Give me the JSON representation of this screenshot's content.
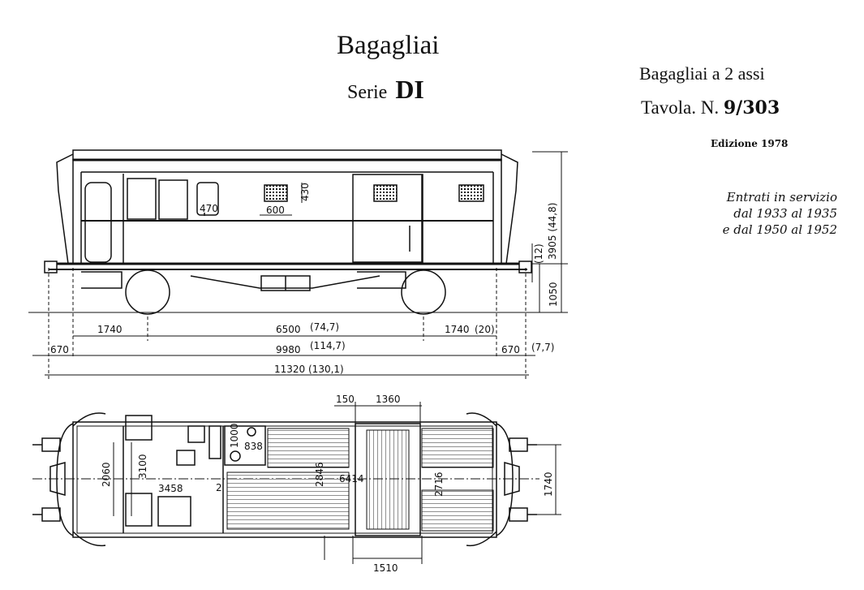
{
  "header": {
    "title": "Bagagliai",
    "serie_label": "Serie",
    "serie_code": "DI",
    "category": "Bagagliai a 2 assi",
    "tavola_label": "Tavola. N.",
    "tavola_number": "9/303",
    "edition": "Edizione 1978"
  },
  "service": {
    "line1": "Entrati in servizio",
    "line2": "dal 1933 al 1935",
    "line3": "e dal 1950 al 1952"
  },
  "dims": {
    "window_w": "470",
    "grille_w": "600",
    "grille_h": "430",
    "height_total": "3905 (44,8)",
    "buffer_h": "(12)",
    "axle_h": "1050",
    "d1740a": "1740",
    "d6500": "6500",
    "d6500b": "(74,7)",
    "d1740b": "1740",
    "d1740b_extra": "(20)",
    "d670a": "670",
    "d9980": "9980",
    "d9980b": "(114,7)",
    "d670b": "670",
    "d670b_extra": "(7,7)",
    "d11320": "11320",
    "d11320b": "(130,1)",
    "p150": "150",
    "p1360": "1360",
    "p1000": "1000",
    "p838": "838",
    "p2060": "2060",
    "p3100": "3100",
    "p3458": "3458",
    "p2": "2",
    "p2846": "2846",
    "p6414": "6414",
    "p2716": "2716",
    "p1740": "1740",
    "p1510": "1510"
  }
}
